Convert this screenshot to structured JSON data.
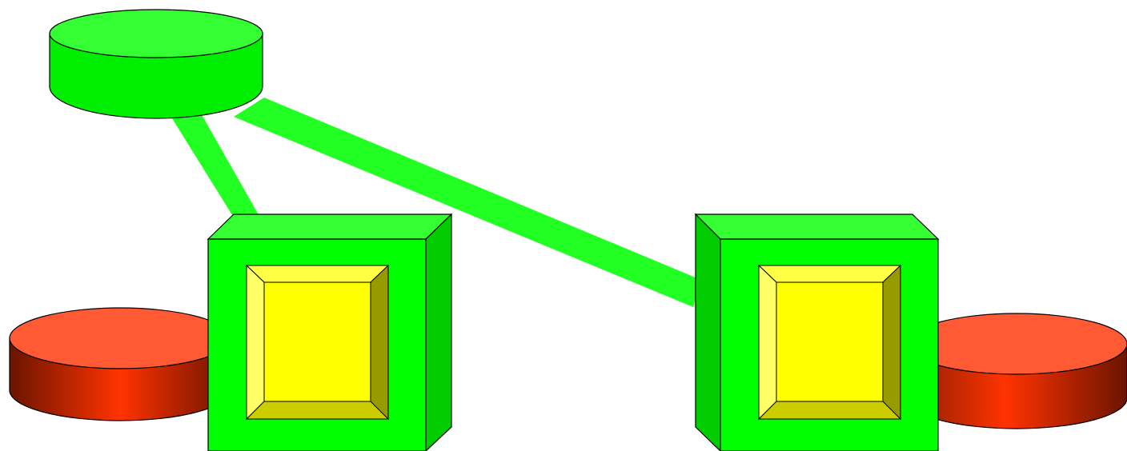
{
  "diagram": {
    "background": "#ffffff",
    "colors": {
      "link": "#22ff22",
      "green_face": "#00ff00",
      "green_top": "#33ff33",
      "green_side": "#00cc00",
      "green_cylinder_top": "#33ff33",
      "green_cylinder_side": "#00ee00",
      "red_cylinder_top": "#ff5a33",
      "red_cylinder_mid": "#ff3300",
      "red_cylinder_edge": "#6b1400",
      "yellow_face": "#ffff00",
      "yellow_bevel_left": "#ffff66",
      "yellow_bevel_top": "#ffff44",
      "yellow_bevel_right": "#999900",
      "yellow_bevel_bottom": "#cccc00",
      "stroke": "#000000"
    },
    "nodes": [
      {
        "id": "green-cylinder",
        "icon": "green-database-cylinder-icon"
      },
      {
        "id": "red-cylinder-left",
        "icon": "red-disk-cylinder-icon"
      },
      {
        "id": "red-cylinder-right",
        "icon": "red-disk-cylinder-icon"
      },
      {
        "id": "device-left",
        "icon": "green-cube-device-icon"
      },
      {
        "id": "device-right",
        "icon": "green-cube-device-icon"
      }
    ],
    "links": [
      {
        "from": "green-cylinder",
        "to": "device-left"
      },
      {
        "from": "green-cylinder",
        "to": "device-right"
      }
    ]
  }
}
